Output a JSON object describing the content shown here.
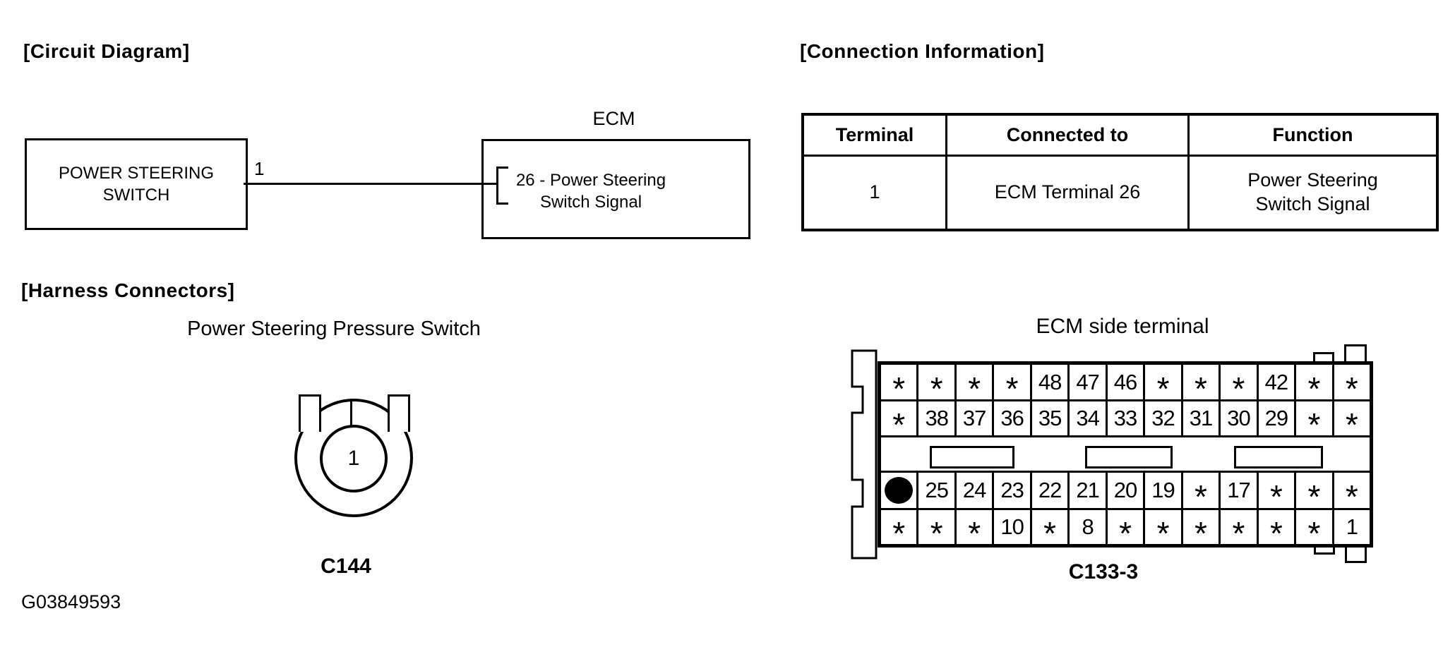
{
  "circuit_diagram": {
    "heading": "[Circuit Diagram]",
    "switch_label": "POWER STEERING\nSWITCH",
    "wire_label": "1",
    "ecm_label": "ECM",
    "ecm_terminal_label": "26 - Power Steering\nSwitch Signal"
  },
  "connection_info": {
    "heading": "[Connection Information]",
    "headers": [
      "Terminal",
      "Connected to",
      "Function"
    ],
    "row": [
      "1",
      "ECM Terminal 26",
      "Power Steering\nSwitch Signal"
    ]
  },
  "harness_connectors": {
    "heading": "[Harness Connectors]",
    "switch_connector": {
      "title": "Power Steering Pressure Switch",
      "pin_label": "1",
      "connector_id": "C144"
    },
    "ecm_connector": {
      "title": "ECM side terminal",
      "connector_id": "C133-3",
      "rows": [
        [
          "*",
          "*",
          "*",
          "*",
          "48",
          "47",
          "46",
          "*",
          "*",
          "*",
          "42",
          "*",
          "*"
        ],
        [
          "*",
          "38",
          "37",
          "36",
          "35",
          "34",
          "33",
          "32",
          "31",
          "30",
          "29",
          "*",
          "*"
        ],
        [
          "●",
          "25",
          "24",
          "23",
          "22",
          "21",
          "20",
          "19",
          "*",
          "17",
          "*",
          "*",
          "*"
        ],
        [
          "*",
          "*",
          "*",
          "10",
          "*",
          "8",
          "*",
          "*",
          "*",
          "*",
          "*",
          "*",
          "1"
        ]
      ]
    }
  },
  "footer": {
    "figure_code": "G03849593"
  },
  "colors": {
    "ink": "#000000",
    "background": "#ffffff"
  }
}
